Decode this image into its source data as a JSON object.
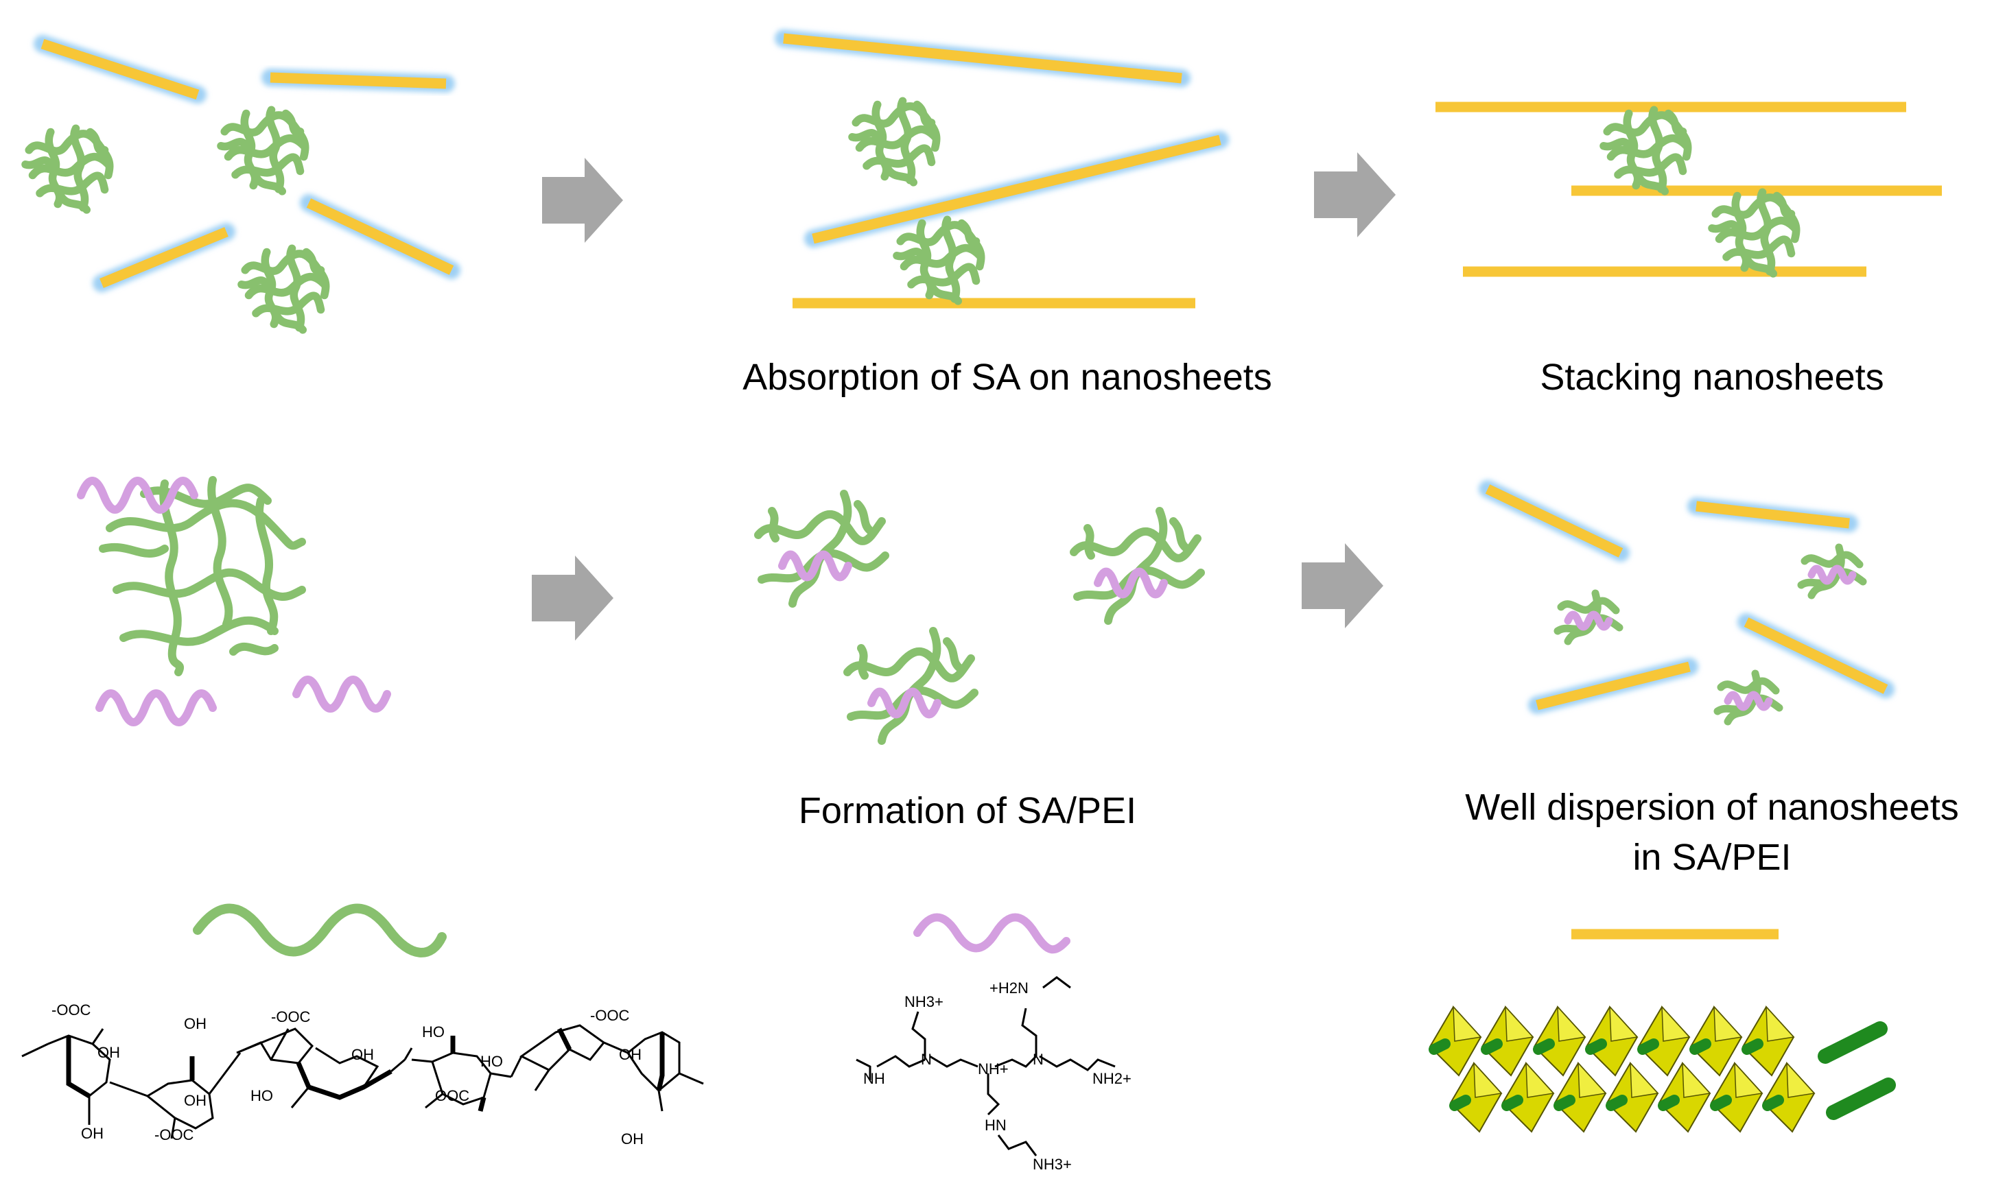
{
  "colors": {
    "sheet": "#f7c637",
    "sheet_glow": "#9fd0f4",
    "sa": "#88c06e",
    "pei": "#d49fe0",
    "arrow": "#a6a6a6",
    "crystal": "#d9d700",
    "chloride": "#1f8a1f"
  },
  "captions": {
    "row1_step2": "Absorption of SA on nanosheets",
    "row1_step3": "Stacking nanosheets",
    "row2_step2": "Formation of SA/PEI",
    "row2_step3_line1": "Well dispersion of nanosheets",
    "row2_step3_line2": "in SA/PEI"
  },
  "sa_structure": {
    "coo_1": "-OOC",
    "coo_2": "-OOC",
    "coo_3": "-OOC",
    "coo_4": "-OOC",
    "coo_5": "OOC",
    "oh_1": "OH",
    "oh_2": "OH",
    "oh_3": "OH",
    "oh_4": "OH",
    "oh_5": "OH",
    "oh_6": "OH",
    "oh_7": "OH",
    "ho_1": "HO",
    "ho_2": "HO",
    "ho_3": "HO"
  },
  "pei_structure": {
    "nh3_top": "NH3+",
    "h2n_top": "+H2N",
    "nh_left": "NH",
    "nh_center": "NH+",
    "nh2_right": "NH2+",
    "hn_bottom": "HN",
    "nh3_bottom": "NH3+",
    "n_1": "N",
    "n_2": "N"
  }
}
